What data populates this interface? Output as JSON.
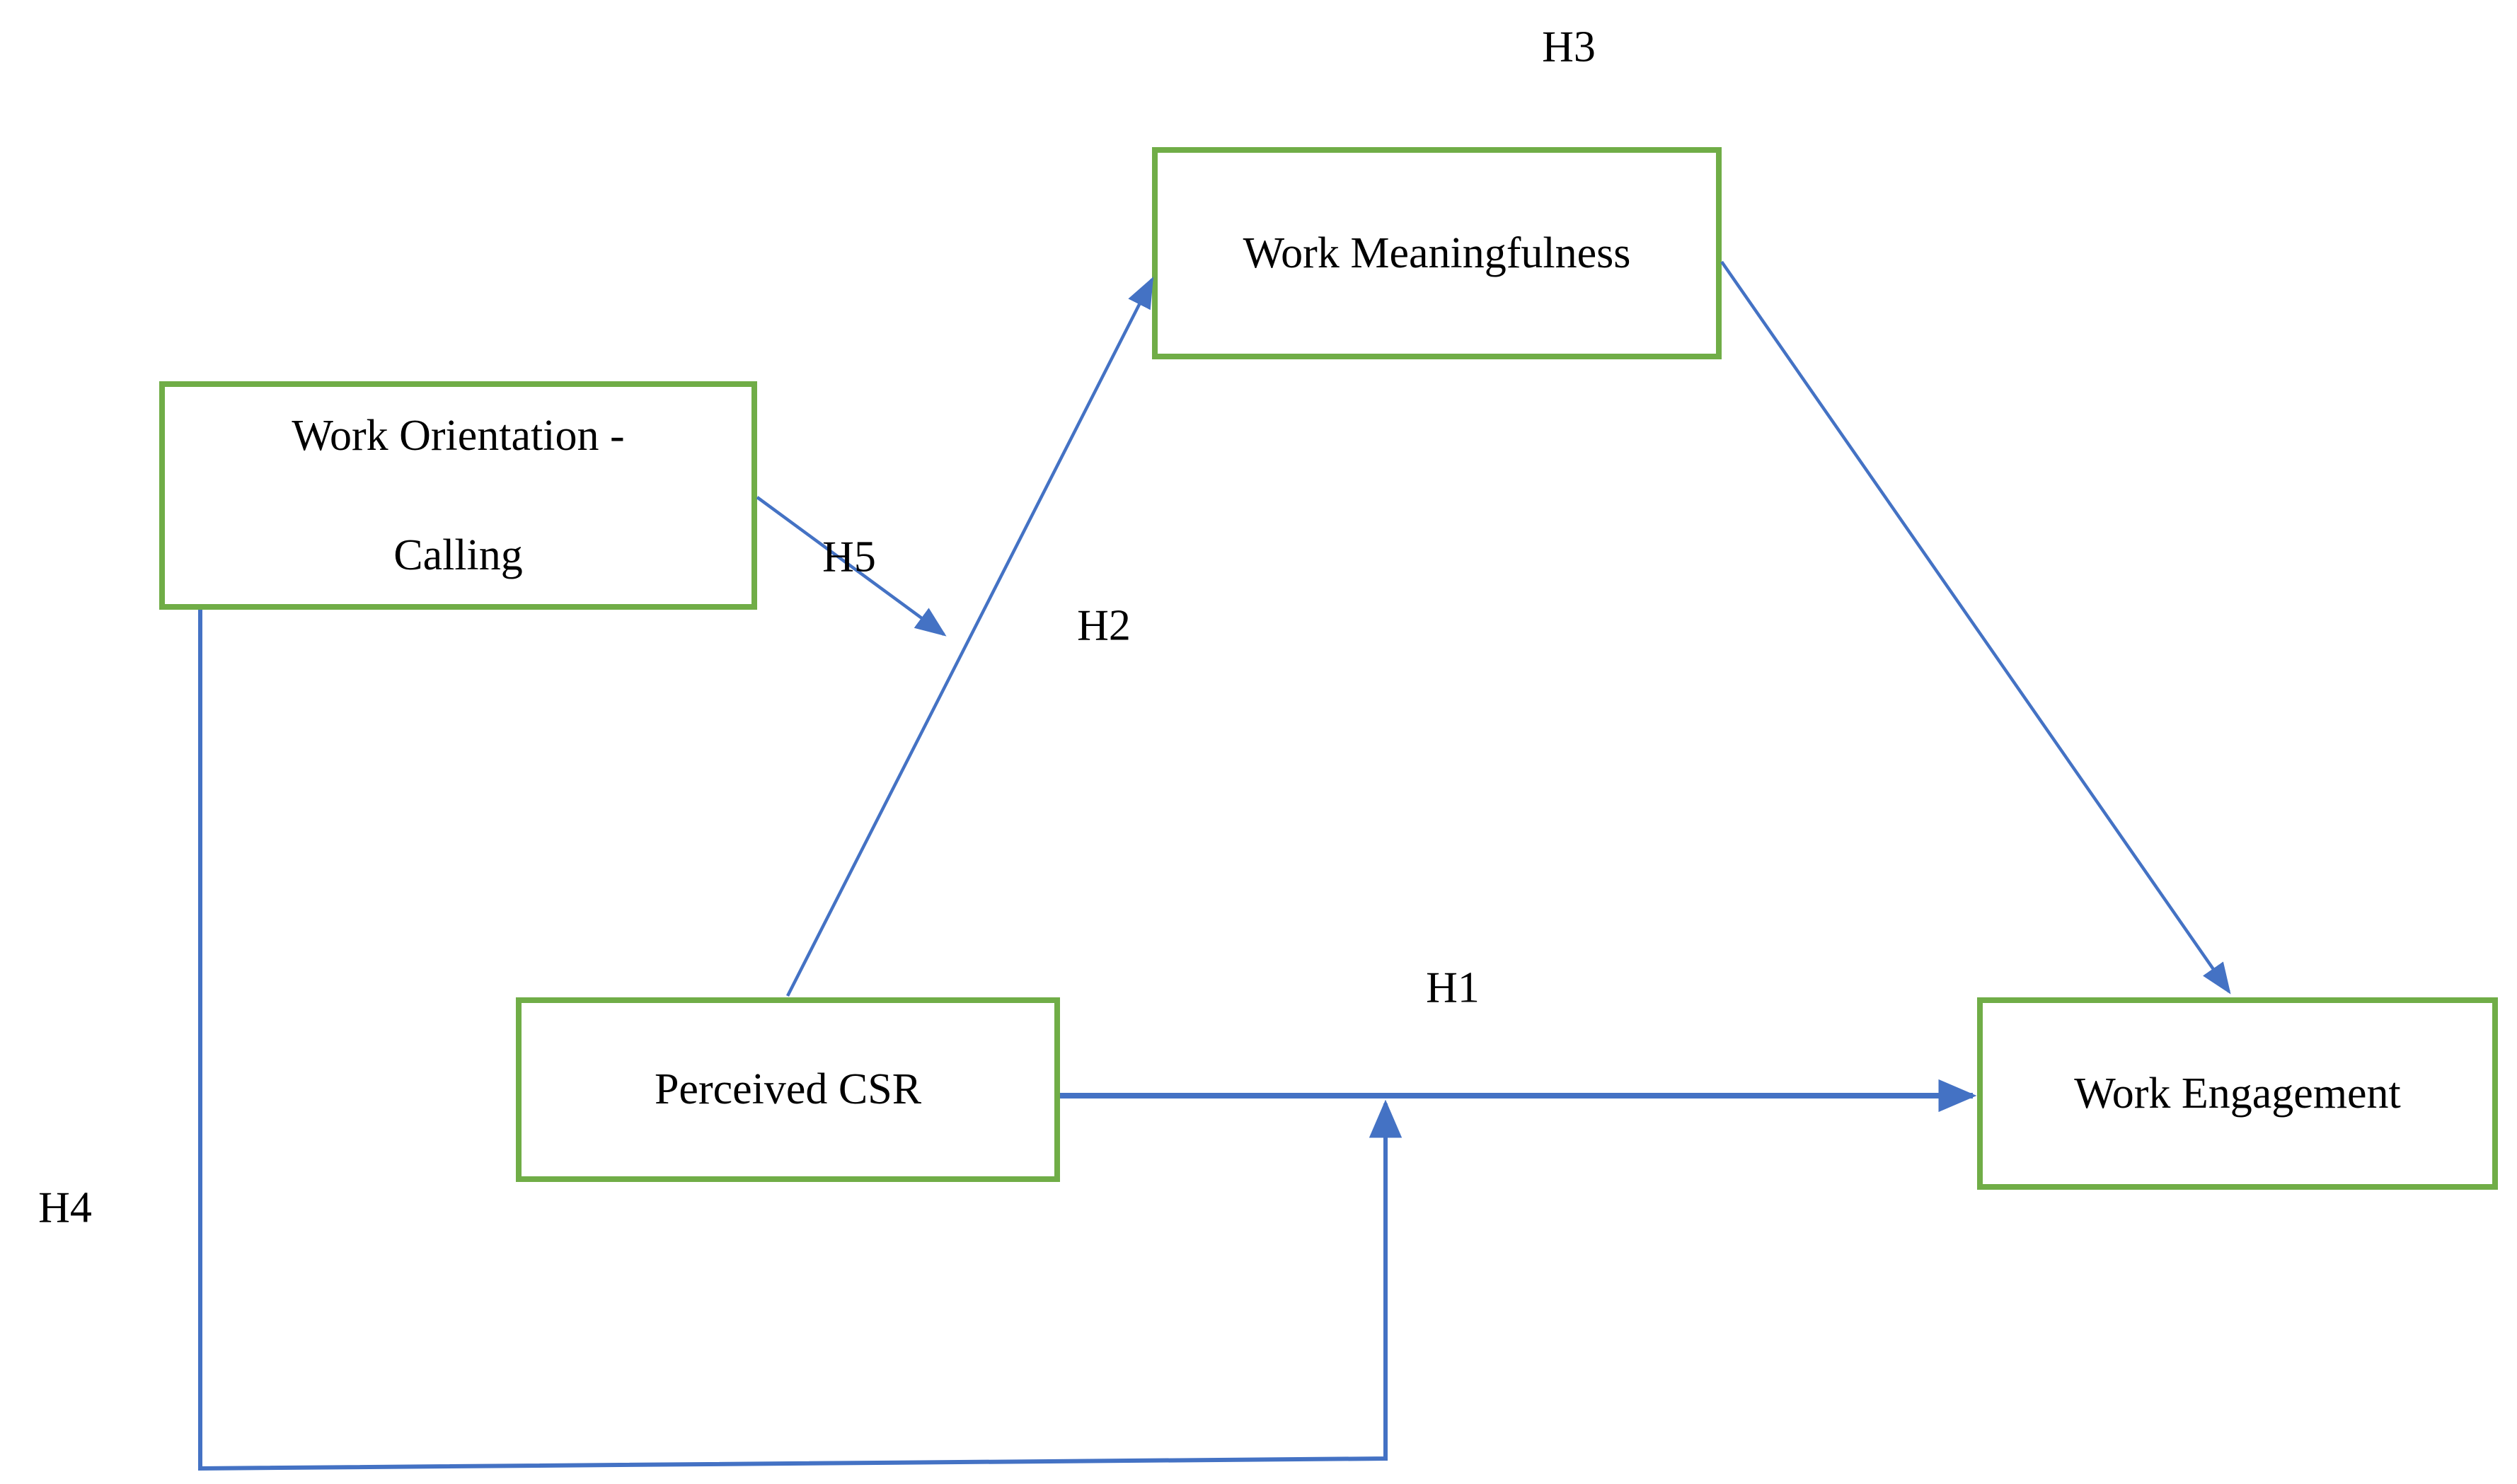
{
  "figure": {
    "type": "hypothesis-model-diagram",
    "background": "#ffffff"
  },
  "colors": {
    "node_border": "#70AD47",
    "connector": "#4472C4",
    "text": "#000000"
  },
  "nodes": {
    "work_meaningfulness": {
      "label": "Work Meaningfulness"
    },
    "work_orientation_calling": {
      "label_line1": "Work Orientation -",
      "label_line2": "Calling"
    },
    "perceived_csr": {
      "label": "Perceived CSR"
    },
    "work_engagement": {
      "label": "Work Engagement"
    }
  },
  "hypotheses": {
    "h1": "H1",
    "h2": "H2",
    "h3": "H3",
    "h4": "H4",
    "h5": "H5"
  },
  "edges": [
    {
      "label": "H1",
      "from": "Perceived CSR",
      "to": "Work Engagement",
      "kind": "direct-arrow"
    },
    {
      "label": "H2",
      "from": "Perceived CSR",
      "to": "Work Meaningfulness",
      "kind": "direct-arrow"
    },
    {
      "label": "H3",
      "from": "Work Meaningfulness",
      "to": "Work Engagement",
      "kind": "direct-arrow"
    },
    {
      "label": "H4",
      "from": "Work Orientation - Calling",
      "to": "H1 arrow (Perceived CSR → Work Engagement)",
      "kind": "moderation-arrow"
    },
    {
      "label": "H5",
      "from": "Work Orientation - Calling",
      "to": "H2 arrow (Perceived CSR → Work Meaningfulness)",
      "kind": "moderation-arrow"
    }
  ]
}
